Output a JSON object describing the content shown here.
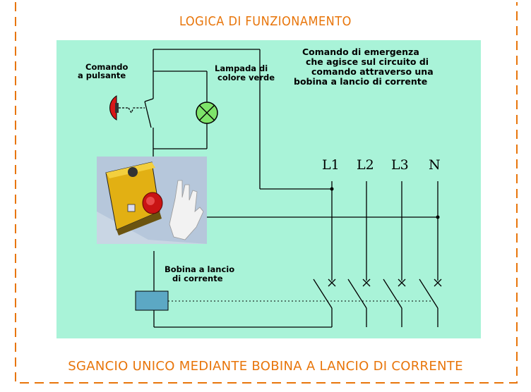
{
  "title": "LOGICA DI FUNZIONAMENTO",
  "footer": "SGANCIO UNICO MEDIANTE BOBINA A LANCIO DI CORRENTE",
  "labels": {
    "comando_l1": "Comando",
    "comando_l2": "a pulsante",
    "lampada_l1": "Lampada di",
    "lampada_l2": "colore verde",
    "emergenza_l1": "Comando di emergenza",
    "emergenza_l2": "che agisce sul circuito di",
    "emergenza_l3": "comando attraverso una",
    "emergenza_l4": "bobina a lancio di corrente",
    "bobina_l1": "Bobina a lancio",
    "bobina_l2": "di corrente"
  },
  "phases": [
    "L1",
    "L2",
    "L3",
    "N"
  ],
  "colors": {
    "accent": "#e8750a",
    "panel": "#a9f3d8",
    "lamp": "#7ee46a",
    "coil": "#5ca8c4",
    "button": "#d81818"
  }
}
